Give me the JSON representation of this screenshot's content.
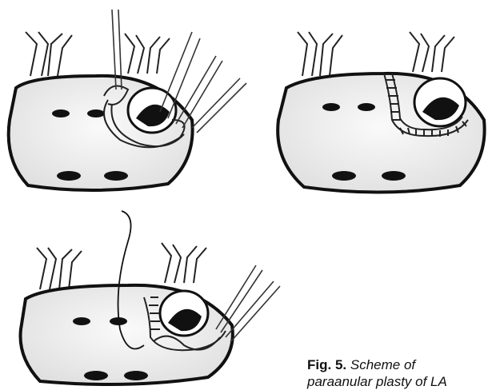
{
  "figure": {
    "caption_label": "Fig. 5.",
    "caption_text_line1": "Scheme of",
    "caption_text_line2": "paraanular plasty of LA",
    "panel_count": 3,
    "colors": {
      "outline": "#111111",
      "fill": "#f2f2f2",
      "ink": "#1a1a1a"
    },
    "icons": [
      "atrium-diagram",
      "suture-needle",
      "mitral-valve-ring",
      "pulmonary-vein-ostium"
    ]
  }
}
